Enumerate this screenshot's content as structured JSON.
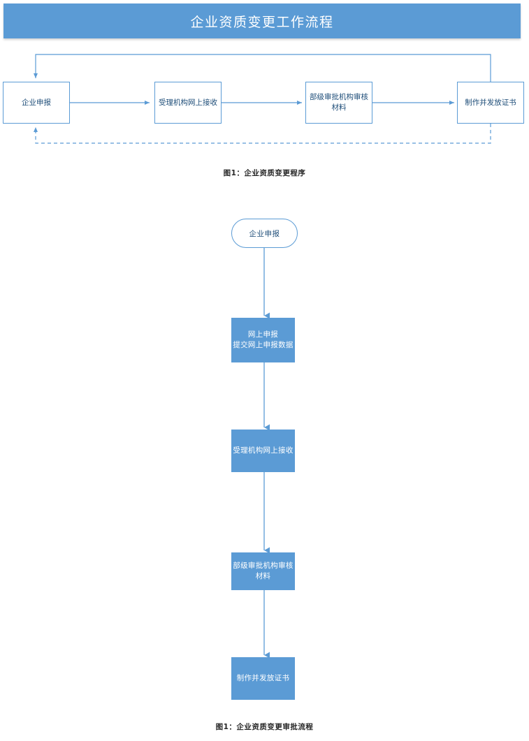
{
  "header": {
    "title": "企业资质变更工作流程",
    "background_color": "#5B9BD5",
    "text_color": "#FFFFFF"
  },
  "theme": {
    "accent": "#5B9BD5",
    "line": "#5B9BD5",
    "box_text": "#1F4E79",
    "solid_box_text": "#FFFFFF",
    "caption_text": "#262626",
    "page_background": "#FFFFFF"
  },
  "diagram_one": {
    "caption": "图1：企业资质变更程序",
    "orientation": "horizontal",
    "nodes": [
      {
        "id": "apply",
        "label": "企业申报",
        "lines": [
          "企业申报"
        ],
        "shape": "rect",
        "fill": "white"
      },
      {
        "id": "receive",
        "label": "受理机构网上接收",
        "lines": [
          "受理机构网上接收"
        ],
        "shape": "rect",
        "fill": "white"
      },
      {
        "id": "review",
        "label": "部级审批机构审核材料",
        "lines": [
          "部级审批机构审核",
          "材料"
        ],
        "shape": "rect",
        "fill": "white"
      },
      {
        "id": "issue",
        "label": "制作并发放证书",
        "lines": [
          "制作并发放证书"
        ],
        "shape": "rect",
        "fill": "white"
      }
    ],
    "connectors": [
      {
        "from": "apply",
        "to": "receive",
        "style": "solid",
        "arrow": true
      },
      {
        "from": "receive",
        "to": "review",
        "style": "solid",
        "arrow": true
      },
      {
        "from": "review",
        "to": "issue",
        "style": "solid",
        "arrow": true
      },
      {
        "from": "issue",
        "to": "apply",
        "style": "solid",
        "arrow": true,
        "routing": "top-feedback"
      },
      {
        "from": "issue",
        "to": "apply",
        "style": "dashed",
        "arrow": true,
        "routing": "bottom-feedback"
      }
    ]
  },
  "diagram_two": {
    "caption": "图1：企业资质变更审批流程",
    "orientation": "vertical",
    "nodes": [
      {
        "id": "start",
        "label": "企业申报",
        "lines": [
          "企业申报"
        ],
        "shape": "pill",
        "fill": "white"
      },
      {
        "id": "online-apply",
        "label": "网上申报 提交网上申报数据",
        "lines": [
          "网上申报",
          "提交网上申报数据"
        ],
        "shape": "rect",
        "fill": "blue"
      },
      {
        "id": "online-receive",
        "label": "受理机构网上接收",
        "lines": [
          "受理机构网上接收"
        ],
        "shape": "rect",
        "fill": "blue"
      },
      {
        "id": "ministry-review",
        "label": "部级审批机构审核材料",
        "lines": [
          "部级审批机构审核",
          "材料"
        ],
        "shape": "rect",
        "fill": "blue"
      },
      {
        "id": "issue-cert",
        "label": "制作并发放证书",
        "lines": [
          "制作并发放证书"
        ],
        "shape": "rect",
        "fill": "blue"
      }
    ],
    "connectors": [
      {
        "from": "start",
        "to": "online-apply",
        "style": "solid",
        "arrow": true
      },
      {
        "from": "online-apply",
        "to": "online-receive",
        "style": "solid",
        "arrow": true
      },
      {
        "from": "online-receive",
        "to": "ministry-review",
        "style": "solid",
        "arrow": true
      },
      {
        "from": "ministry-review",
        "to": "issue-cert",
        "style": "solid",
        "arrow": true
      }
    ]
  }
}
